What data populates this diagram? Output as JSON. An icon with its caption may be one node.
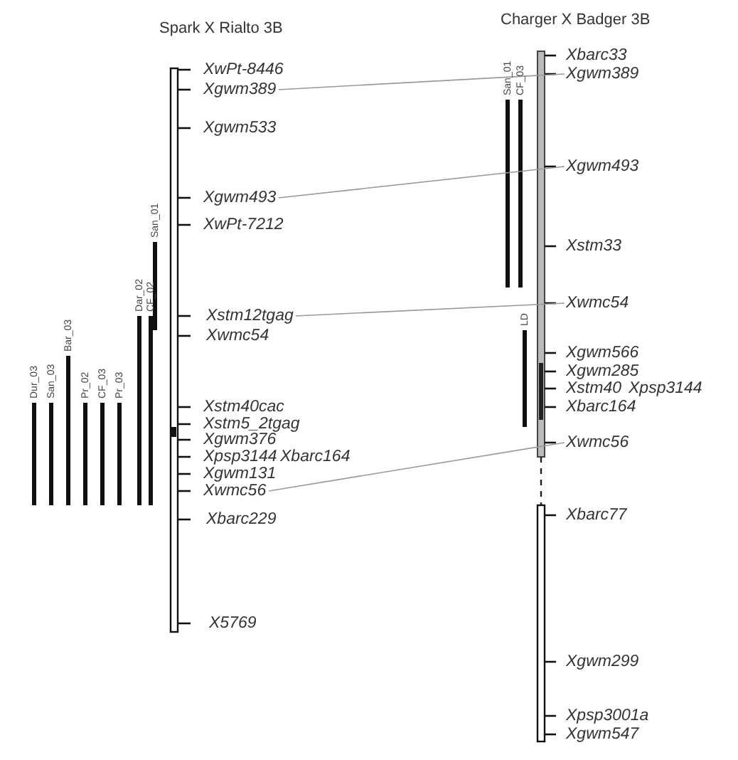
{
  "diagram": {
    "nodes": [
      {
        "text": [
          "XwPt-8446"
        ]
      },
      {
        "text": [
          "Xgwm389"
        ]
      },
      {
        "text": [
          "Xgwm533"
        ]
      },
      {
        "text": [
          "Xgwm493"
        ]
      },
      {
        "text": [
          "XwPt-7212"
        ]
      },
      {
        "text": [
          "Xstm12tgag"
        ]
      },
      {
        "text": [
          "Xwmc54"
        ]
      },
      {
        "text": [
          "Xstm40cac"
        ]
      },
      {
        "text": [
          "Xstm5_2tgag"
        ]
      },
      {
        "text": [
          "Xgwm376"
        ]
      },
      {
        "text": [
          "Xpsp3144"
        ]
      },
      {
        "text": [
          "Xbarc164"
        ]
      },
      {
        "text": [
          "Xgwm131"
        ]
      },
      {
        "text": [
          "Xwmc56"
        ]
      },
      {
        "text": [
          "Xbarc229"
        ]
      },
      {
        "text": [
          "X5769"
        ]
      },
      {
        "text": [
          "Xbarc33"
        ]
      },
      {
        "text": [
          "Xgwm389"
        ]
      },
      {
        "text": [
          "Xgwm493"
        ]
      },
      {
        "text": [
          "Xstm33"
        ]
      },
      {
        "text": [
          "Xwmc54"
        ]
      },
      {
        "text": [
          "Xgwm566"
        ]
      },
      {
        "text": [
          "Xgwm285"
        ]
      },
      {
        "text": [
          "Xstm40"
        ]
      },
      {
        "text": [
          "Xpsp3144"
        ]
      },
      {
        "text": [
          "Xbarc164"
        ]
      },
      {
        "text": [
          "Xwmc56"
        ]
      },
      {
        "text": [
          "Xbarc77"
        ]
      },
      {
        "text": [
          "Xgwm299"
        ]
      },
      {
        "text": [
          "Xpsp3001a"
        ]
      },
      {
        "text": [
          "Xgwm547"
        ]
      }
    ],
    "edges": [
      {
        "from": 1,
        "to": 17,
        "arrow": "none"
      },
      {
        "from": 3,
        "to": 18,
        "arrow": "none"
      },
      {
        "from": 5,
        "to": 20,
        "arrow": "none"
      },
      {
        "from": 13,
        "to": 26,
        "arrow": "none"
      }
    ],
    "labels": [
      "Spark X Rialto 3B",
      "Charger X Badger 3B",
      "Dur_03",
      "San_03",
      "Bar_03",
      "Pr_02",
      "CF_03",
      "Pr_03",
      "Dar_02",
      "CF_02",
      "San_01",
      "San_01",
      "CF_03",
      "LD"
    ]
  }
}
